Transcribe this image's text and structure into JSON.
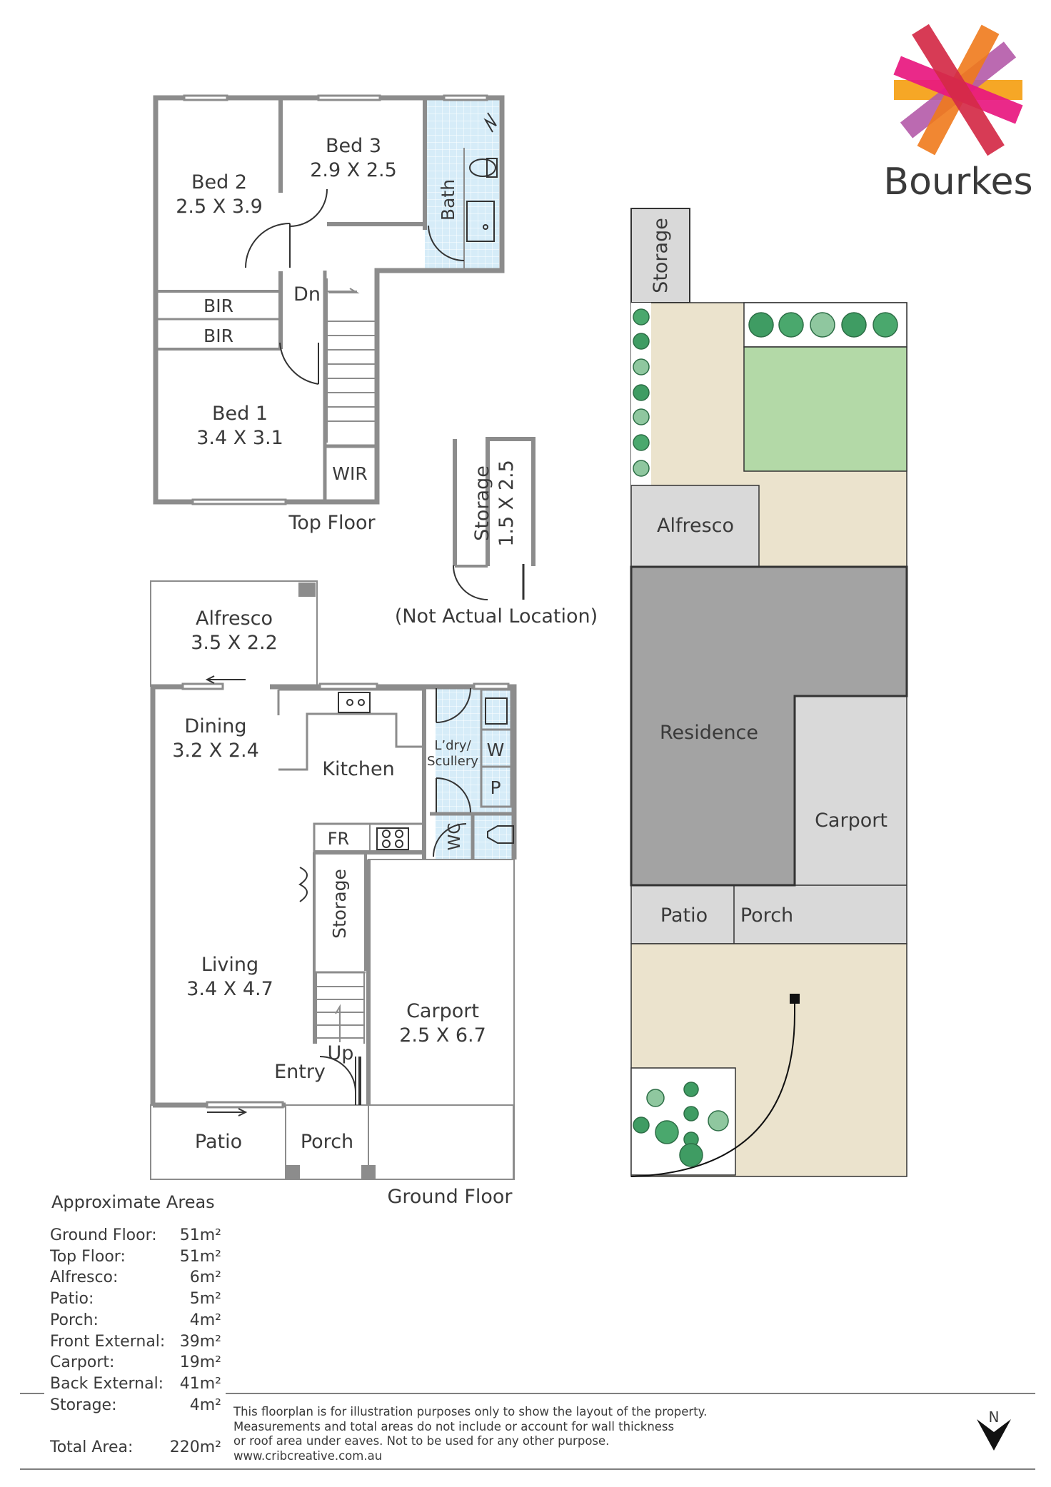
{
  "brand": {
    "name": "Bourkes",
    "colors": {
      "crimson": "#d42a47",
      "magenta": "#e8177f",
      "orange": "#ef7a1c",
      "violet": "#b45aa8",
      "amber": "#f5a21a"
    }
  },
  "plan_colors": {
    "wall": "#8c8c8c",
    "tile": "#d6ecf8",
    "lawn": "#b3d9a7",
    "yard": "#ebe3cd",
    "residence": "#a3a3a3",
    "paved": "#d9d9d9",
    "shrub": "#3f9c63"
  },
  "top_floor": {
    "label": "Top Floor",
    "rooms": {
      "bed2": {
        "name": "Bed 2",
        "size": "2.5 X 3.9"
      },
      "bed3": {
        "name": "Bed 3",
        "size": "2.9 X 2.5"
      },
      "bath": "Bath",
      "bir_upper": "BIR",
      "bir_lower": "BIR",
      "bed1": {
        "name": "Bed 1",
        "size": "3.4 X 3.1"
      },
      "wir": "WIR",
      "stair_down": "Dn"
    }
  },
  "storage_detached": {
    "name": "Storage",
    "size": "1.5 X 2.5",
    "note": "(Not Actual Location)"
  },
  "ground_floor": {
    "label": "Ground Floor",
    "rooms": {
      "alfresco": {
        "name": "Alfresco",
        "size": "3.5 X 2.2"
      },
      "dining": {
        "name": "Dining",
        "size": "3.2 X 2.4"
      },
      "kitchen": "Kitchen",
      "laundry": "L'dry/\nScullery",
      "w": "W",
      "p": "P",
      "wc": "WC",
      "fr": "FR",
      "storage": "Storage",
      "living": {
        "name": "Living",
        "size": "3.4 X 4.7"
      },
      "carport": {
        "name": "Carport",
        "size": "2.5 X 6.7"
      },
      "stair_up": "Up",
      "entry": "Entry",
      "patio": "Patio",
      "porch": "Porch"
    }
  },
  "site_plan": {
    "storage": "Storage",
    "alfresco": "Alfresco",
    "residence": "Residence",
    "carport": "Carport",
    "patio": "Patio",
    "porch": "Porch"
  },
  "areas": {
    "heading": "Approximate Areas",
    "rows": [
      {
        "label": "Ground Floor:",
        "value": "51m²"
      },
      {
        "label": "Top Floor:",
        "value": "51m²"
      },
      {
        "label": "Alfresco:",
        "value": "6m²"
      },
      {
        "label": "Patio:",
        "value": "5m²"
      },
      {
        "label": "Porch:",
        "value": "4m²"
      },
      {
        "label": "Front External:",
        "value": "39m²"
      },
      {
        "label": "Carport:",
        "value": "19m²"
      },
      {
        "label": "Back External:",
        "value": "41m²"
      },
      {
        "label": "Storage:",
        "value": "4m²"
      }
    ],
    "total": {
      "label": "Total Area:",
      "value": "220m²"
    }
  },
  "disclaimer": {
    "lines": [
      "This floorplan is for illustration purposes only to show the layout of the property.",
      "Measurements and total areas do not include or account for wall thickness",
      "or roof area under eaves. Not to be used for any other purpose.",
      "www.cribcreative.com.au"
    ]
  },
  "compass": {
    "label": "N",
    "icon": "north-arrow-icon"
  }
}
